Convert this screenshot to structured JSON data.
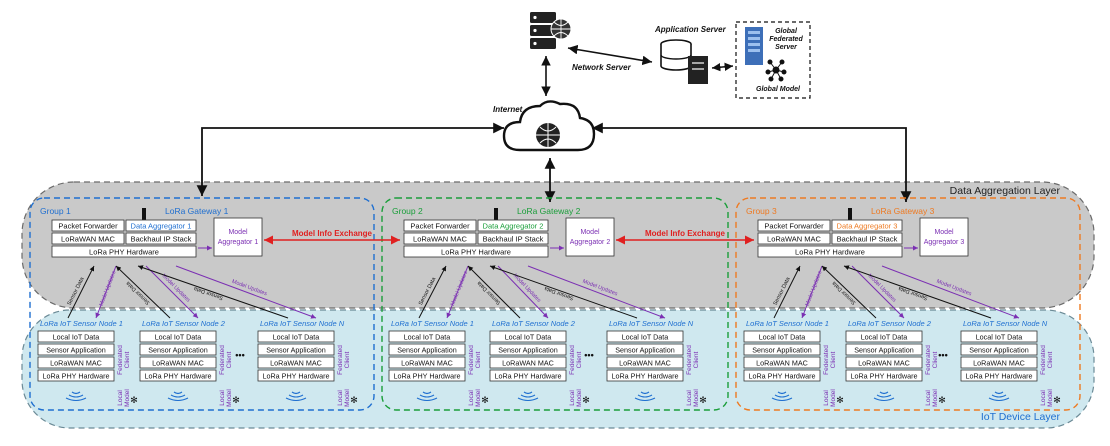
{
  "top": {
    "network_server": "Network Server",
    "internet": "Internet",
    "application_server": "Application Server",
    "global_server": [
      "Global",
      "Federated",
      "Server"
    ],
    "global_model": "Global Model"
  },
  "layers": {
    "aggregation": "Data Aggregation Layer",
    "device": "IoT Device  Layer"
  },
  "exchange_label": "Model Info Exchange",
  "stack": {
    "packet_forwarder": "Packet Forwarder",
    "lorawan_mac": "LoRaWAN MAC",
    "backhaul": "Backhaul IP Stack",
    "phy": "LoRa PHY Hardware"
  },
  "node_stack": [
    "Local IoT Data",
    "Sensor Application",
    "LoRaWAN MAC",
    "LoRa PHY Hardware"
  ],
  "node_side": {
    "local_model": [
      "Local",
      "Model"
    ],
    "fed_client": [
      "Federated",
      "Client"
    ]
  },
  "arrow_labels": {
    "sensor": "Sensor Data",
    "updates": "Model Updates"
  },
  "ellipsis": "•••",
  "groups": [
    {
      "group": "Group 1",
      "gateway": "LoRa Gateway 1",
      "aggregator": "Data Aggregator 1",
      "model_agg": [
        "Model",
        "Aggregator 1"
      ],
      "nodes": [
        "LoRa IoT Sensor Node 1",
        "LoRa IoT Sensor Node 2",
        "LoRa IoT Sensor Node N"
      ],
      "color": "#1f6fd0",
      "agg_color": "#1f6fd0"
    },
    {
      "group": "Group 2",
      "gateway": "LoRa Gateway 2",
      "aggregator": "Data Aggregator 2",
      "model_agg": [
        "Model",
        "Aggregator 2"
      ],
      "nodes": [
        "LoRa IoT Sensor Node 1",
        "LoRa IoT Sensor Node 2",
        "LoRa IoT Sensor Node N"
      ],
      "color": "#1a9e3a",
      "agg_color": "#1a9e3a"
    },
    {
      "group": "Group 3",
      "gateway": "LoRa Gateway 3",
      "aggregator": "Data Aggregator 3",
      "model_agg": [
        "Model",
        "Aggregator 3"
      ],
      "nodes": [
        "LoRa IoT Sensor Node 1",
        "LoRa IoT Sensor Node 2",
        "LoRa IoT Sensor Node N"
      ],
      "color": "#ee7a22",
      "agg_color": "#ee7a22"
    }
  ],
  "colors": {
    "node_label": "#1f6fd0",
    "model_purple": "#7b2fb3",
    "exchange_red": "#e02020",
    "aggregation_bg": "#c9c9c9",
    "device_bg": "#cfe8ef"
  }
}
